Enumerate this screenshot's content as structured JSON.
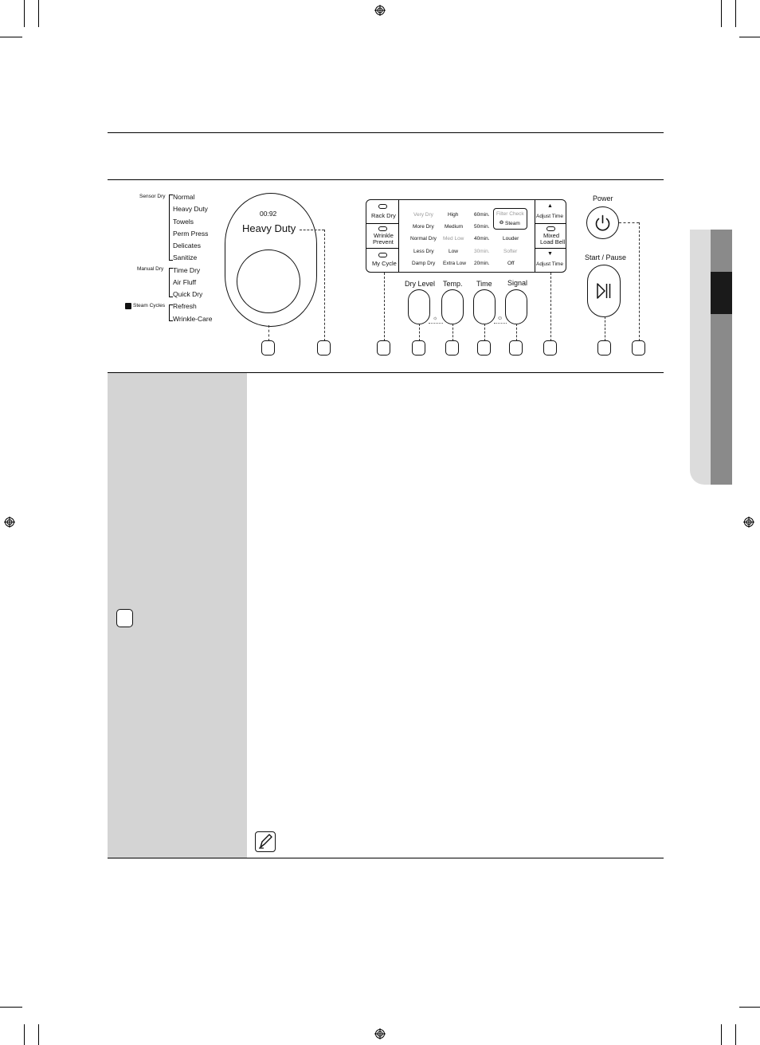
{
  "cycles": {
    "sensor_dry_label": "Sensor Dry",
    "sensor_dry_items": [
      "Normal",
      "Heavy Duty",
      "Towels",
      "Perm Press",
      "Delicates",
      "Sanitize"
    ],
    "manual_dry_label": "Manual Dry",
    "manual_dry_items": [
      "Time Dry",
      "Air Fluff",
      "Quick Dry"
    ],
    "steam_cycles_label": "Steam Cycles",
    "steam_items": [
      "Refresh",
      "Wrinkle-Care"
    ]
  },
  "display": {
    "time": "00:92",
    "cycle": "Heavy Duty"
  },
  "options": {
    "rack_dry": "Rack Dry",
    "wrinkle_prevent_line1": "Wrinkle",
    "wrinkle_prevent_line2": "Prevent",
    "my_cycle": "My Cycle"
  },
  "settings": {
    "dry_level": [
      "Very Dry",
      "More Dry",
      "Normal Dry",
      "Less Dry",
      "Damp Dry"
    ],
    "temp": [
      "High",
      "Medium",
      "Med Low",
      "Low",
      "Extra Low"
    ],
    "time": [
      "60min.",
      "50min.",
      "40min.",
      "30min.",
      "20min."
    ],
    "filter_check": "Filter Check",
    "steam": "Steam",
    "signal": [
      "Louder",
      "Softer",
      "Off"
    ]
  },
  "right_panel": {
    "adjust_time_up": "Adjust Time",
    "mixed_load_line1": "Mixed",
    "mixed_load_line2": "Load Bell",
    "adjust_time_down": "Adjust Time",
    "up_arrow": "▲",
    "down_arrow": "▼"
  },
  "buttons": {
    "dry_level": "Dry Level",
    "temp": "Temp.",
    "time": "Time",
    "signal": "Signal",
    "power": "Power",
    "start_pause": "Start / Pause"
  },
  "colors": {
    "sidebar_tab_light": "#dcdcdc",
    "sidebar_tab_mid": "#8a8a8a",
    "sidebar_tab_dark": "#1a1a1a",
    "table_label_bg": "#d4d4d4",
    "faded_text": "#999999"
  }
}
